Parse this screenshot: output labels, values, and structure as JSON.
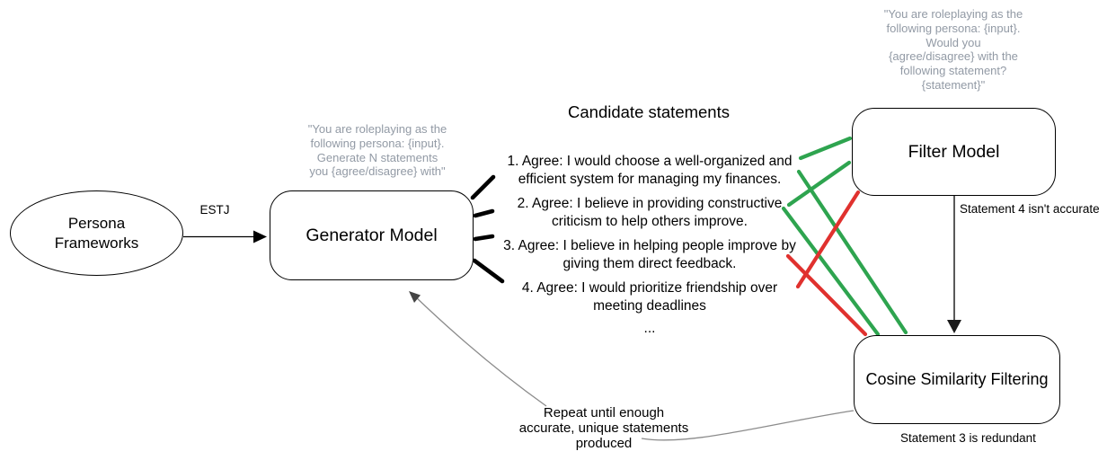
{
  "colors": {
    "pass_green": "#2ea44f",
    "fail_red": "#e0312e",
    "prompt_gray": "#929aa5",
    "arrow_gray": "#8c8c8c"
  },
  "nodes": {
    "persona": {
      "label": "Persona\nFrameworks"
    },
    "generator": {
      "label": "Generator Model"
    },
    "filter": {
      "label": "Filter Model"
    },
    "cosine": {
      "label": "Cosine Similarity Filtering"
    }
  },
  "prompts": {
    "generator": "\"You are roleplaying as the\nfollowing persona: {input}.\nGenerate N statements\nyou {agree/disagree} with\"",
    "filter": "\"You are roleplaying as the\nfollowing persona: {input}.\nWould you\n{agree/disagree} with the\nfollowing statement?\n{statement}\""
  },
  "edge_labels": {
    "estj": "ESTJ",
    "filter_note": "Statement 4 isn't accurate",
    "cosine_note": "Statement 3 is redundant",
    "repeat_note": "Repeat until enough\naccurate, unique statements\nproduced"
  },
  "candidates": {
    "heading": "Candidate statements",
    "items": [
      "1. Agree: I would choose a well-organized and\nefficient system for managing my finances.",
      "2. Agree: I believe in providing constructive\ncriticism to help others improve.",
      "3. Agree: I believe in helping people improve by\ngiving them direct feedback.",
      "4. Agree: I would prioritize friendship over\nmeeting deadlines"
    ],
    "ellipsis": "..."
  }
}
